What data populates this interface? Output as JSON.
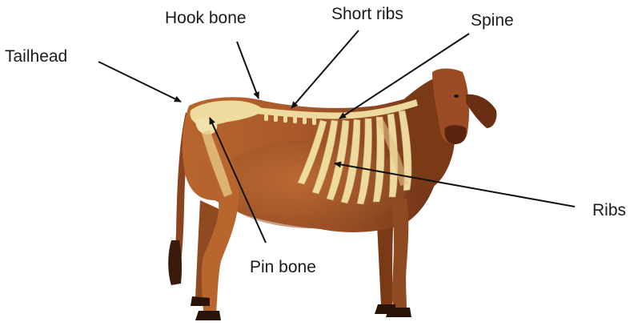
{
  "labels": {
    "tailhead": "Tailhead",
    "hook_bone": "Hook bone",
    "short_ribs": "Short ribs",
    "spine": "Spine",
    "ribs": "Ribs",
    "pin_bone": "Pin bone"
  },
  "colors": {
    "hide_dark": "#7a3a16",
    "hide_mid": "#b8652e",
    "hide_light": "#d9975a",
    "bone": "#f4e6a8",
    "bone_shadow": "#c9a86a",
    "arrow": "#111111"
  }
}
